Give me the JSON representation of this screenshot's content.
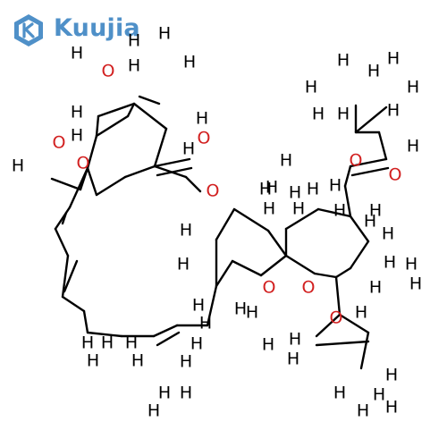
{
  "logo": {
    "brand_text": "Kuujia",
    "brand_color": "#4f90c8",
    "icon": "kuujia-hexagon-logo-icon"
  },
  "molecule": {
    "colors": {
      "bond": "#000000",
      "oxygen": "#d22020",
      "hydrogen": "#000000"
    },
    "atom_labels": [
      {
        "t": "H",
        "c": "#000000"
      },
      {
        "t": "H",
        "c": "#000000"
      },
      {
        "t": "H",
        "c": "#000000"
      },
      {
        "t": "H",
        "c": "#000000"
      },
      {
        "t": "H",
        "c": "#000000"
      },
      {
        "t": "O",
        "c": "#d22020"
      },
      {
        "t": "H",
        "c": "#000000"
      },
      {
        "t": "H",
        "c": "#000000"
      },
      {
        "t": "O",
        "c": "#d22020"
      },
      {
        "t": "O",
        "c": "#d22020"
      },
      {
        "t": "H",
        "c": "#000000"
      },
      {
        "t": "O",
        "c": "#d22020"
      },
      {
        "t": "O",
        "c": "#d22020"
      },
      {
        "t": "H",
        "c": "#000000"
      },
      {
        "t": "H",
        "c": "#000000"
      },
      {
        "t": "H",
        "c": "#000000"
      },
      {
        "t": "H",
        "c": "#000000"
      },
      {
        "t": "H",
        "c": "#000000"
      },
      {
        "t": "H",
        "c": "#000000"
      },
      {
        "t": "H",
        "c": "#000000"
      },
      {
        "t": "H",
        "c": "#000000"
      },
      {
        "t": "H",
        "c": "#000000"
      },
      {
        "t": "H",
        "c": "#000000"
      },
      {
        "t": "H",
        "c": "#000000"
      },
      {
        "t": "H",
        "c": "#000000"
      },
      {
        "t": "H",
        "c": "#000000"
      },
      {
        "t": "H",
        "c": "#000000"
      },
      {
        "t": "H",
        "c": "#000000"
      },
      {
        "t": "H",
        "c": "#000000"
      },
      {
        "t": "H",
        "c": "#000000"
      },
      {
        "t": "H",
        "c": "#000000"
      },
      {
        "t": "H",
        "c": "#000000"
      },
      {
        "t": "H",
        "c": "#000000"
      },
      {
        "t": "H",
        "c": "#000000"
      },
      {
        "t": "O",
        "c": "#d22020"
      },
      {
        "t": "O",
        "c": "#d22020"
      },
      {
        "t": "H",
        "c": "#000000"
      },
      {
        "t": "H",
        "c": "#000000"
      },
      {
        "t": "H",
        "c": "#000000"
      },
      {
        "t": "H",
        "c": "#000000"
      },
      {
        "t": "H",
        "c": "#000000"
      },
      {
        "t": "H",
        "c": "#000000"
      },
      {
        "t": "H",
        "c": "#000000"
      },
      {
        "t": "H",
        "c": "#000000"
      },
      {
        "t": "H",
        "c": "#000000"
      },
      {
        "t": "H",
        "c": "#000000"
      },
      {
        "t": "H",
        "c": "#000000"
      },
      {
        "t": "H",
        "c": "#000000"
      },
      {
        "t": "O",
        "c": "#d22020"
      },
      {
        "t": "H",
        "c": "#000000"
      },
      {
        "t": "O",
        "c": "#d22020"
      },
      {
        "t": "O",
        "c": "#d22020"
      },
      {
        "t": "H",
        "c": "#000000"
      },
      {
        "t": "H",
        "c": "#000000"
      },
      {
        "t": "H",
        "c": "#000000"
      },
      {
        "t": "H",
        "c": "#000000"
      },
      {
        "t": "H",
        "c": "#000000"
      },
      {
        "t": "H",
        "c": "#000000"
      },
      {
        "t": "H",
        "c": "#000000"
      },
      {
        "t": "H",
        "c": "#000000"
      },
      {
        "t": "H",
        "c": "#000000"
      },
      {
        "t": "H",
        "c": "#000000"
      },
      {
        "t": "H",
        "c": "#000000"
      },
      {
        "t": "H",
        "c": "#000000"
      },
      {
        "t": "H",
        "c": "#000000"
      },
      {
        "t": "H",
        "c": "#000000"
      },
      {
        "t": "H",
        "c": "#000000"
      },
      {
        "t": "H",
        "c": "#000000"
      },
      {
        "t": "H",
        "c": "#000000"
      },
      {
        "t": "H",
        "c": "#000000"
      }
    ]
  }
}
